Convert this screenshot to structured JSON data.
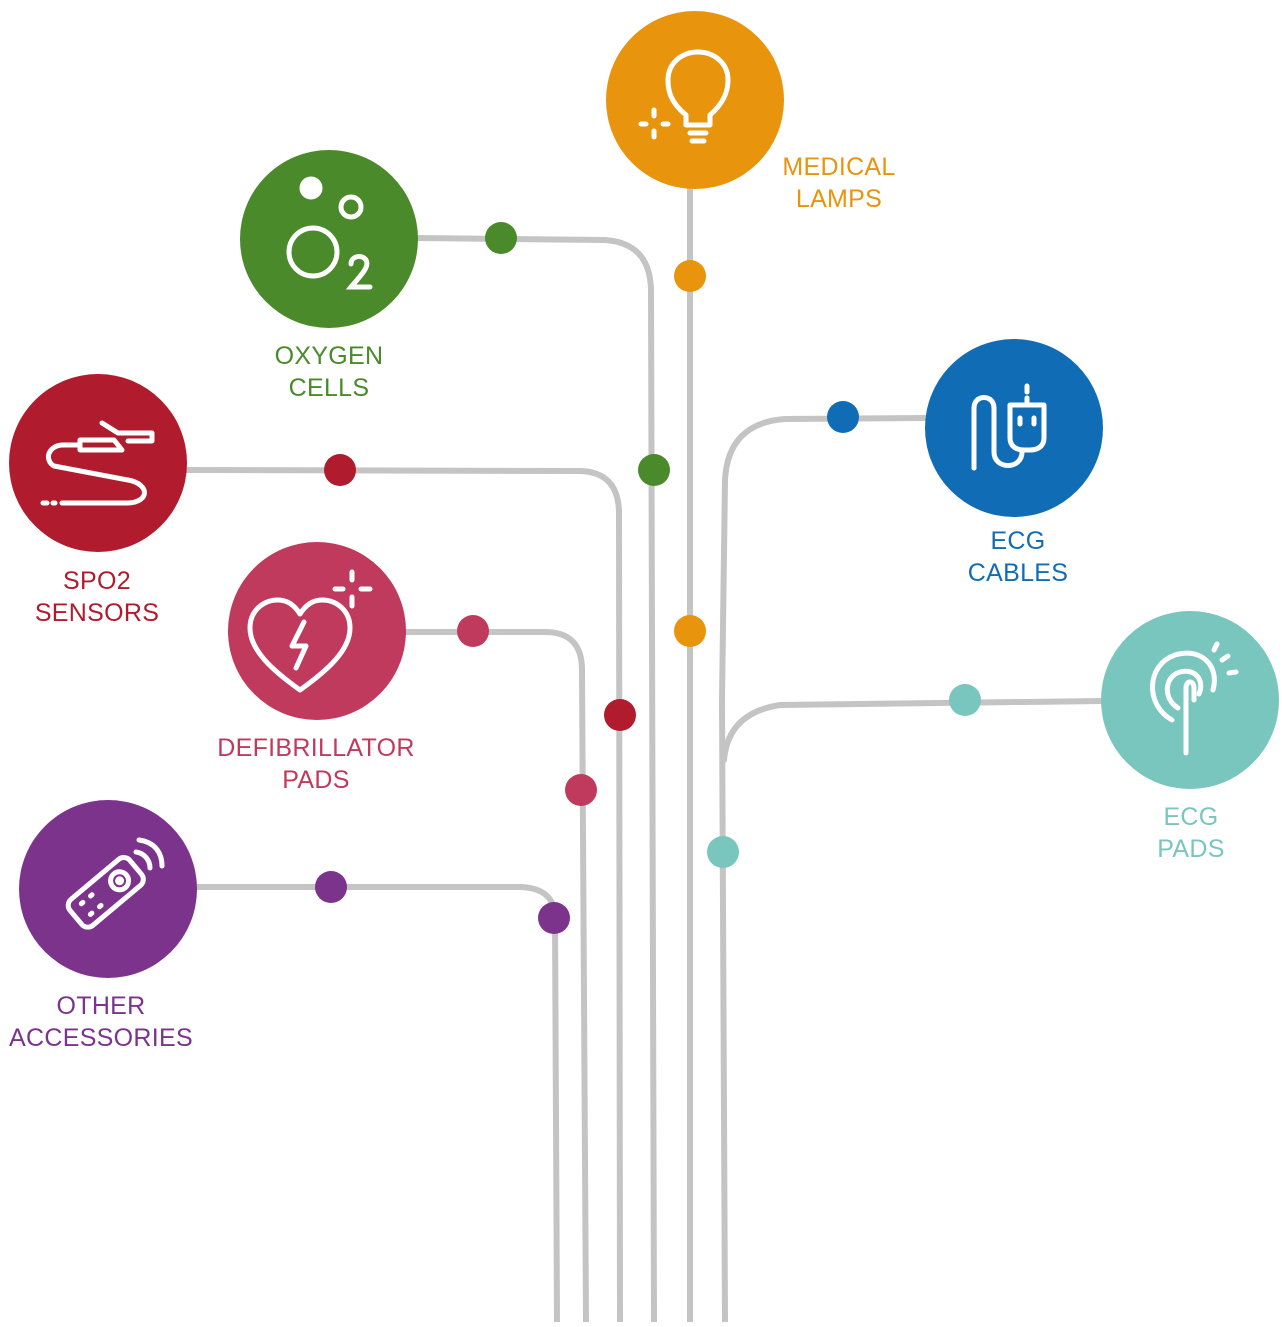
{
  "diagram": {
    "line_color": "#c4c4c4",
    "categories": [
      {
        "id": "medical-lamps",
        "label_lines": [
          "MEDICAL",
          "LAMPS"
        ],
        "color": "#e8940c",
        "icon": "light-bulb-icon"
      },
      {
        "id": "oxygen-cells",
        "label_lines": [
          "OXYGEN",
          "CELLS"
        ],
        "color": "#4a8a2a",
        "icon": "oxygen-o2-icon"
      },
      {
        "id": "spo2-sensors",
        "label_lines": [
          "SPO2",
          "SENSORS"
        ],
        "color": "#b01c2e",
        "icon": "spo2-sensor-cable-icon"
      },
      {
        "id": "defibrillator-pads",
        "label_lines": [
          "DEFIBRILLATOR",
          "PADS"
        ],
        "color": "#c03a5e",
        "icon": "heart-defibrillator-icon"
      },
      {
        "id": "other-accessories",
        "label_lines": [
          "OTHER",
          "ACCESSORIES"
        ],
        "color": "#7b338c",
        "icon": "remote-control-icon"
      },
      {
        "id": "ecg-cables",
        "label_lines": [
          "ECG",
          "CABLES"
        ],
        "color": "#106db5",
        "icon": "ecg-cable-connector-icon"
      },
      {
        "id": "ecg-pads",
        "label_lines": [
          "ECG",
          "PADS"
        ],
        "color": "#79c6be",
        "icon": "ecg-pad-electrode-icon"
      }
    ]
  }
}
